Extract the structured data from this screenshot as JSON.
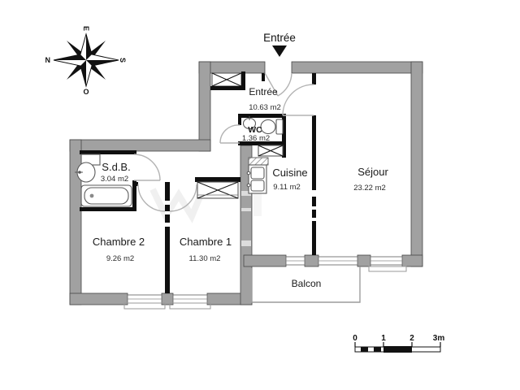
{
  "plan_title": "Entrée",
  "entrance_marker": {
    "label": "Entrée"
  },
  "compass": {
    "n": "N",
    "e": "E",
    "s": "S",
    "o": "O"
  },
  "rooms": {
    "entree": {
      "name": "Entrée",
      "area": "10.63 m2"
    },
    "wc": {
      "name": "WC",
      "area": "1.36 m2"
    },
    "sdb": {
      "name": "S.d.B.",
      "area": "3.04 m2"
    },
    "cuisine": {
      "name": "Cuisine",
      "area": "9.11 m2"
    },
    "sejour": {
      "name": "Séjour",
      "area": "23.22 m2"
    },
    "chambre2": {
      "name": "Chambre 2",
      "area": "9.26 m2"
    },
    "chambre1": {
      "name": "Chambre 1",
      "area": "11.30 m2"
    },
    "balcon": {
      "name": "Balcon"
    }
  },
  "scale_bar": {
    "t0": "0",
    "t1": "1",
    "t2": "2",
    "t3": "3m"
  },
  "colors": {
    "exterior_wall": "#a1a1a1",
    "interior_wall": "#0f0f0f",
    "door_arc": "#b3b3b3",
    "background": "#ffffff"
  }
}
